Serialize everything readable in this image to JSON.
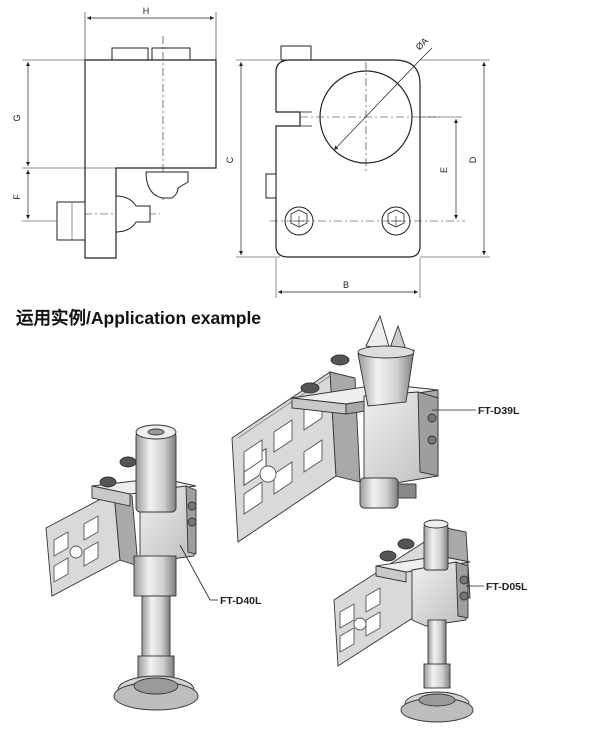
{
  "dimensions": {
    "H": "H",
    "G": "G",
    "F": "F",
    "C": "C",
    "diameter_A": "ØA",
    "E": "E",
    "D": "D",
    "B": "B"
  },
  "section_title": "运用实例/Application example",
  "callouts": {
    "ft_d39l": "FT-D39L",
    "ft_d40l": "FT-D40L",
    "ft_d05l": "FT-D05L"
  },
  "colors": {
    "line": "#222222",
    "metal_light": "#e8e8e8",
    "metal_mid": "#c4c4c4",
    "metal_dark": "#8a8a8a",
    "profile": "#d6d6d6"
  }
}
